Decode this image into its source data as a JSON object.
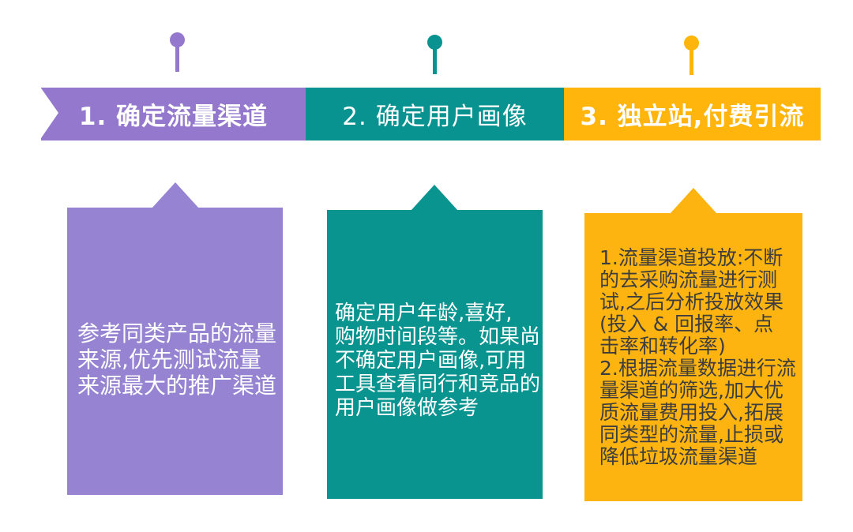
{
  "palette": {
    "background": "#FFFFFF",
    "purple_band": "#9478CE",
    "purple_box": "#9684D2",
    "teal_band": "#089390",
    "teal_box": "#099490",
    "orange_band": "#FFB50C",
    "orange_box": "#FDB411",
    "header_text": "#FFFFFF",
    "body_text_light": "#FFFFFF",
    "body_text_dark": "#3D3D3D"
  },
  "icons": {
    "pin": "lollipop-pin",
    "left_notch": "chevron-right"
  },
  "steps": [
    {
      "header": "1. 确定流量渠道",
      "body_lines": [
        "参考同类产品的流量",
        "来源,优先测试流量",
        "来源最大的推广渠道"
      ]
    },
    {
      "header": "2. 确定用户画像",
      "body_lines": [
        "确定用户年龄,喜好,",
        "购物时间段等。如果尚",
        "不确定用户画像,可用",
        "工具查看同行和竞品的",
        "用户画像做参考"
      ]
    },
    {
      "header": "3. 独立站,付费引流",
      "body_lines": [
        "1.流量渠道投放:不断",
        "的去采购流量进行测",
        "试,之后分析投放效果",
        "(投入 & 回报率、点",
        "击率和转化率)",
        "2.根据流量数据进行流",
        "量渠道的筛选,加大优",
        "质流量费用投入,拓展",
        "同类型的流量,止损或",
        "降低垃圾流量渠道"
      ]
    }
  ]
}
